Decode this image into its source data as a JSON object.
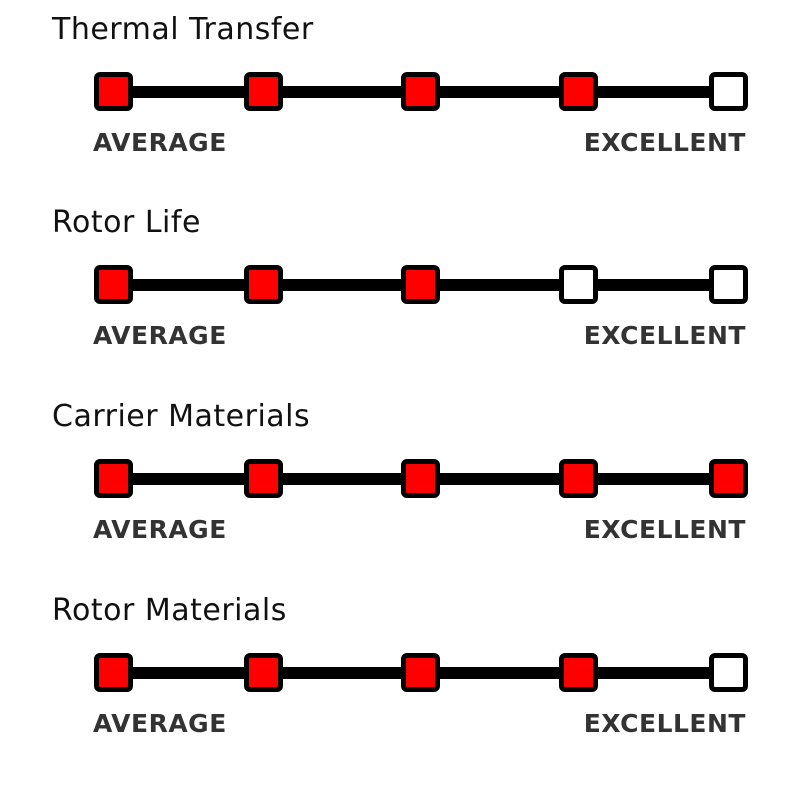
{
  "scale": {
    "low_label": "AVERAGE",
    "high_label": "EXCELLENT",
    "steps": 5
  },
  "colors": {
    "filled": "#ff0000",
    "empty": "#ffffff",
    "line": "#000000"
  },
  "ratings": [
    {
      "title": "Thermal Transfer",
      "value": 4
    },
    {
      "title": "Rotor Life",
      "value": 3
    },
    {
      "title": "Carrier Materials",
      "value": 5
    },
    {
      "title": "Rotor Materials",
      "value": 4
    }
  ]
}
